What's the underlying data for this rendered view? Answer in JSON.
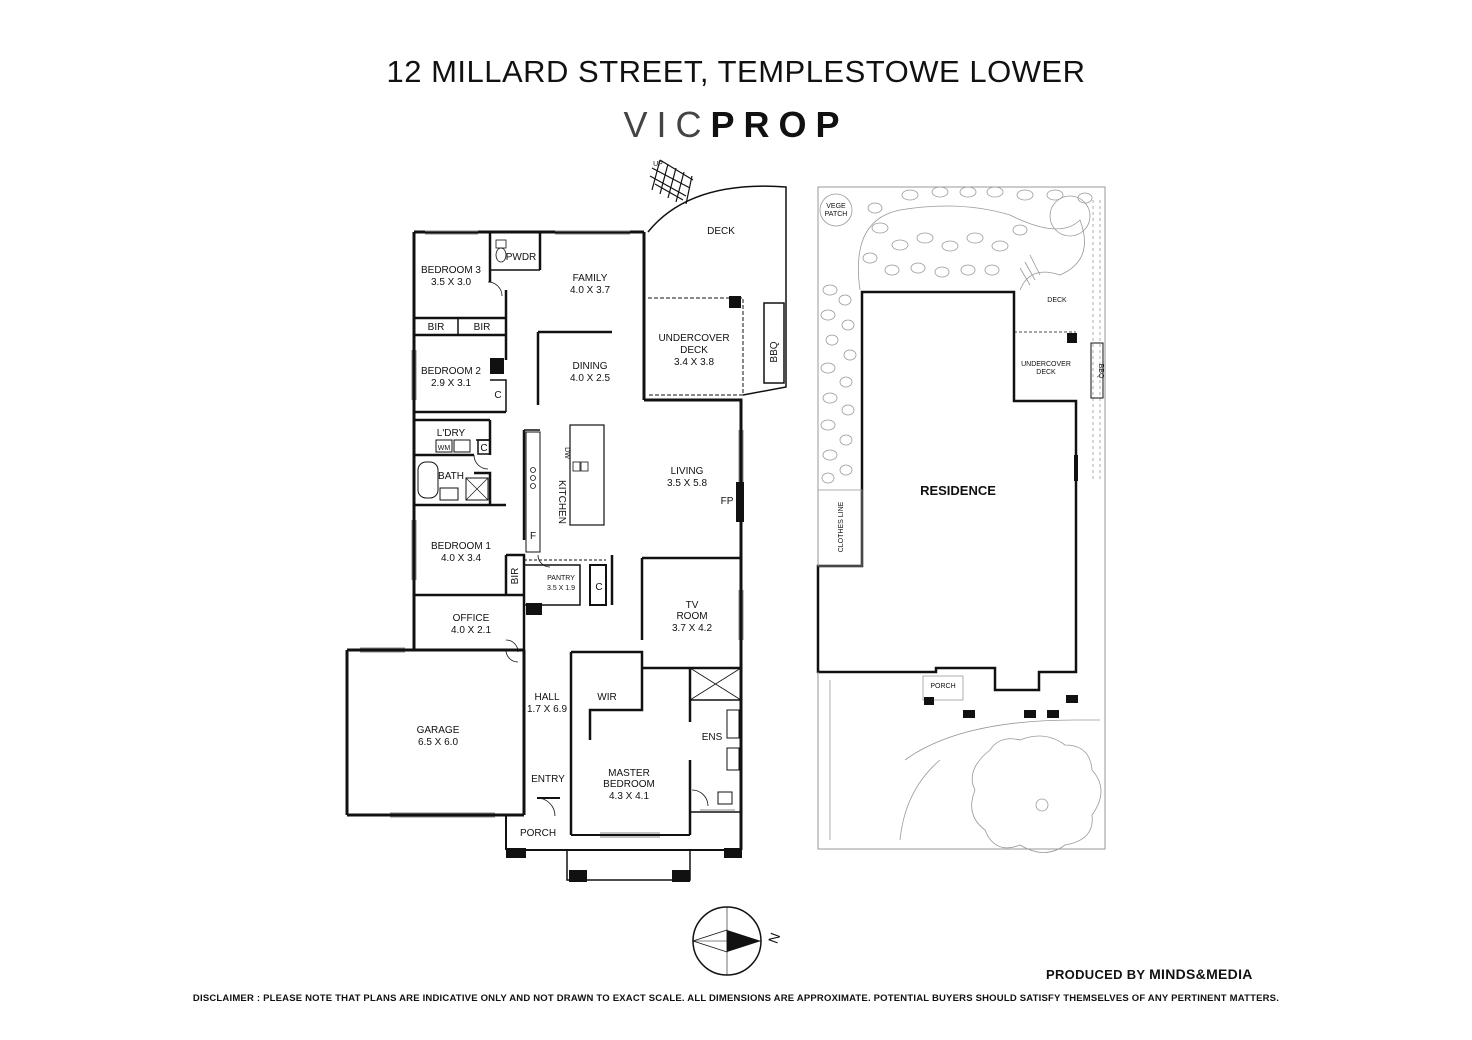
{
  "title": "12 MILLARD STREET, TEMPLESTOWE LOWER",
  "brand": {
    "light": "VIC",
    "bold": "PROP"
  },
  "rooms": {
    "bedroom3": {
      "name": "BEDROOM 3",
      "size": "3.5 X 3.0"
    },
    "pwdr": {
      "name": "PWDR"
    },
    "family": {
      "name": "FAMILY",
      "size": "4.0 X 3.7"
    },
    "deck": {
      "name": "DECK"
    },
    "up": {
      "name": "UP"
    },
    "bir1": {
      "name": "BIR"
    },
    "bir2": {
      "name": "BIR"
    },
    "bedroom2": {
      "name": "BEDROOM 2",
      "size": "2.9 X 3.1"
    },
    "c1": {
      "name": "C"
    },
    "dining": {
      "name": "DINING",
      "size": "4.0 X 2.5"
    },
    "undercover": {
      "name": "UNDERCOVER",
      "name2": "DECK",
      "size": "3.4 X 3.8"
    },
    "bbq": {
      "name": "BBQ"
    },
    "ldry": {
      "name": "L'DRY"
    },
    "wm": {
      "name": "WM"
    },
    "c2": {
      "name": "C"
    },
    "bath": {
      "name": "BATH"
    },
    "dw": {
      "name": "DW"
    },
    "kitchen": {
      "name": "KITCHEN"
    },
    "living": {
      "name": "LIVING",
      "size": "3.5 X 5.8"
    },
    "fp": {
      "name": "FP"
    },
    "f": {
      "name": "F"
    },
    "bedroom1": {
      "name": "BEDROOM 1",
      "size": "4.0 X 3.4"
    },
    "bir3": {
      "name": "BIR"
    },
    "pantry": {
      "name": "PANTRY",
      "size": "3.5 X 1.9"
    },
    "c3": {
      "name": "C"
    },
    "tvroom": {
      "name": "TV",
      "name2": "ROOM",
      "size": "3.7 X 4.2"
    },
    "office": {
      "name": "OFFICE",
      "size": "4.0 X 2.1"
    },
    "garage": {
      "name": "GARAGE",
      "size": "6.5 X 6.0"
    },
    "hall": {
      "name": "HALL",
      "size": "1.7 X 6.9"
    },
    "wir": {
      "name": "WIR"
    },
    "ens": {
      "name": "ENS"
    },
    "master": {
      "name": "MASTER",
      "name2": "BEDROOM",
      "size": "4.3 X 4.1"
    },
    "entry": {
      "name": "ENTRY"
    },
    "porch": {
      "name": "PORCH"
    }
  },
  "site": {
    "vege": {
      "line1": "VEGE",
      "line2": "PATCH"
    },
    "deck": "DECK",
    "undercover": {
      "line1": "UNDERCOVER",
      "line2": "DECK"
    },
    "bbq": "BBQ",
    "residence": "RESIDENCE",
    "clothes": "CLOTHES LINE",
    "porch": "PORCH"
  },
  "compass": {
    "label": "N"
  },
  "produced": {
    "prefix": "PRODUCED BY",
    "brand": "MINDS&MEDIA"
  },
  "disclaimer": "DISCLAIMER : PLEASE NOTE THAT PLANS ARE INDICATIVE ONLY AND NOT DRAWN TO EXACT SCALE. ALL DIMENSIONS ARE APPROXIMATE. POTENTIAL BUYERS SHOULD SATISFY THEMSELVES OF ANY PERTINENT MATTERS.",
  "colors": {
    "wall": "#111111",
    "thin": "#333333",
    "garden": "#9a9a9a"
  }
}
